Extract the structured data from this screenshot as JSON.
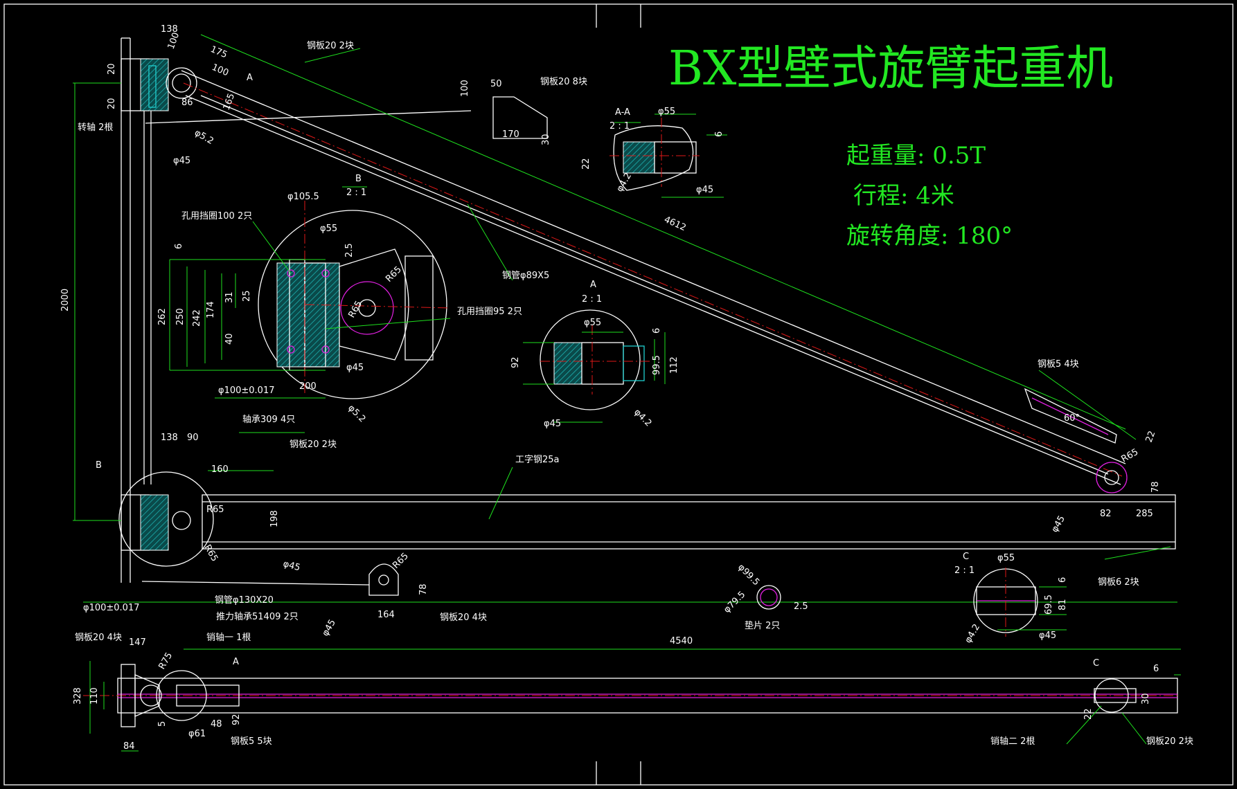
{
  "title": "BX型壁式旋臂起重机",
  "specs": {
    "capacity": "起重量: 0.5T",
    "stroke": "行程: 4米",
    "rotation": "旋转角度: 180°"
  },
  "labels": {
    "plate20_2a": "钢板20  2块",
    "plate20_8": "钢板20  8块",
    "shaft2": "转轴 2根",
    "retaining_ring100": "孔用挡圈100  2只",
    "retaining_ring95": "孔用挡圈95  2只",
    "steel_pipe": "钢管φ89X5",
    "plate5_4": "钢板5  4块",
    "bearing309": "轴承309  4只",
    "plate20_2b": "钢板20  2块",
    "ibeam": "工字钢25a",
    "steel_pipe130": "钢管φ130X20",
    "thrust_bearing": "推力轴承51409  2只",
    "plate20_4a": "钢板20  4块",
    "plate6_2": "钢板6  2块",
    "washer": "垫片  2只",
    "plate20_4b": "钢板20 4块",
    "pin1": "销轴一   1根",
    "plate5_5": "钢板5  5块",
    "pin2": "销轴二   2根",
    "plate20_2c": "钢板20  2块"
  },
  "sections": {
    "aa": "A-A",
    "aa_scale": "2 : 1",
    "b": "B",
    "b_scale": "2 : 1",
    "a": "A",
    "a_scale": "2 : 1",
    "c": "C",
    "c_scale": "2 : 1",
    "mark_a": "A",
    "mark_b": "B",
    "mark_a2": "A",
    "mark_c": "C"
  },
  "dims": {
    "d138a": "138",
    "d100a": "100",
    "d175": "175",
    "d100b": "100",
    "d86": "86",
    "d165": "165",
    "d20a": "20",
    "d20b": "20",
    "d52": "φ5.2",
    "d45t": "φ45",
    "d2000": "2000",
    "d4612": "4612",
    "d50": "50",
    "d100c": "100",
    "d170": "170",
    "d30": "30",
    "d55aa": "φ55",
    "d6aa": "6",
    "d22aa": "22",
    "d42aa": "φ4.2",
    "d45aa": "φ45",
    "d1055": "φ105.5",
    "d55b": "φ55",
    "d6b": "6",
    "d25b": "2.5",
    "dR65b": "R65",
    "dR65c": "R65",
    "d31": "31",
    "d25": "25",
    "d174": "174",
    "d242": "242",
    "d250": "250",
    "d262": "262",
    "d40": "40",
    "d100017": "φ100±0.017",
    "d200": "200",
    "d52b": "φ5.2",
    "d45b": "φ45",
    "d55a": "φ55",
    "d6a": "6",
    "d92": "92",
    "d995": "99.5",
    "d112": "112",
    "d45a": "φ45",
    "d42a": "φ4.2",
    "d60deg": "60°",
    "d22": "22",
    "dR65d": "R65",
    "d78": "78",
    "d82": "82",
    "d285": "285",
    "d45c": "φ45",
    "d138b": "138",
    "d90": "90",
    "d160": "160",
    "dR65e": "R65",
    "d198": "198",
    "dR65f": "R65",
    "d45d": "φ45",
    "d100017b": "φ100±0.017",
    "dR65g": "R65",
    "d78b": "78",
    "d164": "164",
    "d45e": "φ45",
    "d995w": "φ99.5",
    "d795": "φ79.5",
    "d25w": "2.5",
    "d55c": "φ55",
    "d6c": "6",
    "d695": "69.5",
    "d81": "81",
    "d42c": "φ4.2",
    "d45f": "φ45",
    "d4540": "4540",
    "d147": "147",
    "dR75": "R75",
    "d328": "328",
    "d110": "110",
    "d84": "84",
    "d5": "5",
    "d61": "φ61",
    "d48": "48",
    "d92b": "92",
    "d6d": "6",
    "d22b": "22",
    "d30b": "30"
  }
}
